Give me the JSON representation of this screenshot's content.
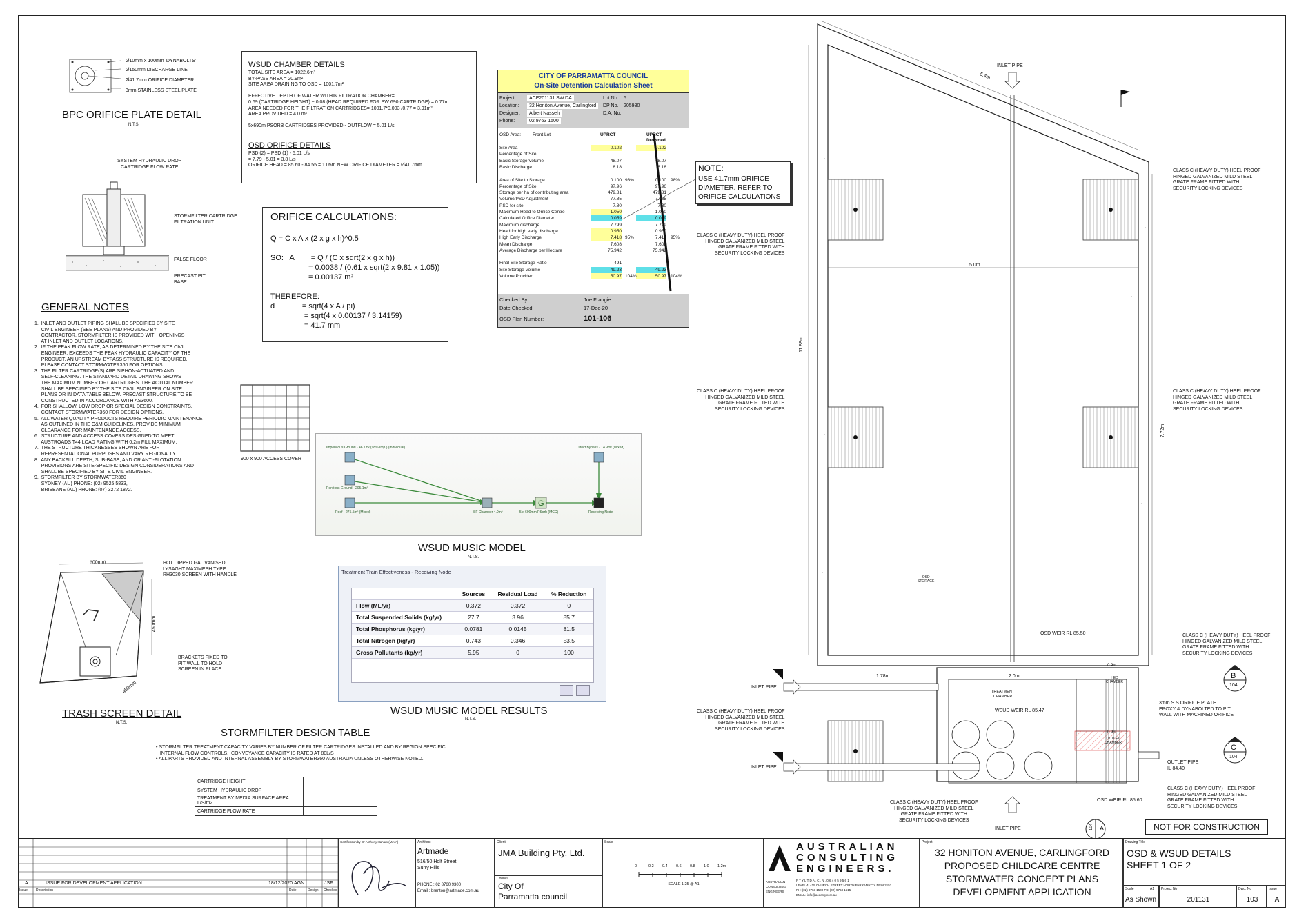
{
  "orifice_plate": {
    "labels": [
      "Ø10mm x 100mm 'DYNABOLTS'",
      "Ø150mm DISCHARGE LINE",
      "Ø41.7mm ORIFICE DIAMETER",
      "3mm STAINLESS STEEL PLATE"
    ],
    "title": "BPC ORIFICE PLATE DETAIL",
    "nts": "N.T.S."
  },
  "cartridge": {
    "top_label": "SYSTEM HYDRAULIC DROP\nCARTRIDGE FLOW RATE",
    "labels": [
      "STORMFILTER CARTRIDGE\nFILTRATION UNIT",
      "FALSE FLOOR",
      "PRECAST PIT\nBASE"
    ]
  },
  "wsud_chamber": {
    "title": "WSUD CHAMBER DETAILS",
    "lines": [
      "TOTAL SITE AREA = 1022.6m²",
      "BY-PASS AREA = 20.9m²",
      "SITE AREA DRAINING TO OSD = 1001.7m²",
      "",
      "EFFECTIVE DEPTH OF WATER WITHIN FILTRATION CHAMBER=",
      "0.69 (CARTRIDGE HEIGHT) + 0.08 (HEAD REQUIRED FOR SW 690 CARTRIDGE) = 0.77m",
      "AREA NEEDED FOR THE FILTRATION CARTRIDGES= 1001.7*0.003 /0.77 = 3.91m²",
      "AREA PROVIDED = 4.0 m²",
      "",
      "5x690m PSORB CARTRIDGES PROVIDED - OUTFLOW = 5.01 L/s"
    ],
    "orifice_title": "OSD ORIFICE DETAILS",
    "orifice_lines": [
      "PSD (2) = PSD (1) - 5.01 L/s",
      "= 7.79 - 5.01 = 3.8 L/s",
      "ORIFICE HEAD = 85.60 - 84.55 = 1.05m NEW ORIFICE DIAMETER = Ø41.7mm"
    ]
  },
  "orifice_calc": {
    "title": "ORIFICE CALCULATIONS:",
    "lines": [
      "Q = C x A x (2 x g x h)^0.5",
      "",
      "SO:   A        = Q / (C x sqrt(2 x g x h))",
      "                  = 0.0038 / (0.61 x sqrt(2 x 9.81 x 1.05))",
      "                  = 0.00137 m²",
      "",
      "THEREFORE:",
      "d             = sqrt(4 x A / pi)",
      "                = sqrt(4 x 0.00137 / 3.14159)",
      "                = 41.7 mm"
    ]
  },
  "osd_sheet": {
    "council": "CITY OF PARRAMATTA COUNCIL",
    "subtitle": "On-Site Detention Calculation Sheet",
    "project_rows": [
      {
        "label": "Project:",
        "value": "ACE201131.SW.DA",
        "k": "Lot No.",
        "v": "5"
      },
      {
        "label": "Location:",
        "value": "32 Honiton Avenue, Carlingford",
        "k": "DP No.",
        "v": "205980"
      },
      {
        "label": "Designer:",
        "value": "Albert Nasseh",
        "k": "D.A. No.",
        "v": ""
      },
      {
        "label": "Phone:",
        "value": "02 9763 1500",
        "k": "",
        "v": ""
      }
    ],
    "col1": "UPRCT",
    "col2": "UPRCT Drowned",
    "area_label": "OSD Area:",
    "area_value": "Front Lot",
    "rows": [
      {
        "label": "Site Area",
        "a": "0.102",
        "b": "0.102"
      },
      {
        "label": "Percentage of Site",
        "a": "",
        "b": ""
      },
      {
        "label": "Basic Storage Volume",
        "a": "48.07",
        "b": "48.07"
      },
      {
        "label": "Basic Discharge",
        "a": "8.18",
        "b": "8.18"
      },
      {
        "label": "",
        "a": "",
        "b": ""
      },
      {
        "label": "Area of Site to Storage",
        "a": "0.100",
        "b": "0.100"
      },
      {
        "label": "Percentage of Site",
        "a": "97.96",
        "b": "97.96"
      },
      {
        "label": "Storage per ha of contributing area",
        "a": "479.81",
        "b": "479.81"
      },
      {
        "label": "Volume/PSD Adjustment",
        "a": "77.85",
        "b": "77.85"
      },
      {
        "label": "PSD for site",
        "a": "7.80",
        "b": "7.80"
      },
      {
        "label": "Maximum Head to Orifice Centre",
        "a": "1.050",
        "b": "1.050"
      },
      {
        "label": "Calculated Orifice Diameter",
        "a": "0.059",
        "b": "0.059"
      },
      {
        "label": "Maximum discharge",
        "a": "7.799",
        "b": "7.799"
      },
      {
        "label": "Head for high early discharge",
        "a": "0.950",
        "b": "0.950"
      },
      {
        "label": "High Early Discharge",
        "a": "7.418",
        "b": "7.418"
      },
      {
        "label": "Mean Discharge",
        "a": "7.608",
        "b": "7.608"
      },
      {
        "label": "Average Discharge per Hectare",
        "a": "75.942",
        "b": "75.942"
      },
      {
        "label": "",
        "a": "",
        "b": ""
      },
      {
        "label": "Final Site Storage Ratio",
        "a": "491",
        "b": ""
      },
      {
        "label": "Site Storage Volume",
        "a": "49.23",
        "b": "49.23"
      },
      {
        "label": "Volume Provided",
        "a": "50.97",
        "b": "50.97"
      }
    ],
    "pct_98": "98%",
    "pct_95": "95%",
    "pct_104": "104%",
    "checked_by_label": "Checked By:",
    "checked_by": "Joe Frangie",
    "date_label": "Date Checked:",
    "date": "17-Dec-20",
    "plan_label": "OSD Plan Number:",
    "plan": "101-106"
  },
  "note": {
    "title": "NOTE:",
    "text": [
      "USE 41.7mm ORIFICE",
      "DIAMETER. REFER TO",
      "ORIFICE CALCULATIONS"
    ]
  },
  "general_notes": {
    "title": "GENERAL NOTES",
    "lines": [
      "1.  INLET AND OUTLET PIPING SHALL BE SPECIFIED BY SITE",
      "     CIVIL ENGINEER (SEE PLANS) AND PROVIDED BY",
      "     CONTRACTOR. STORMFILTER IS PROVIDED WITH OPENINGS",
      "     AT INLET AND OUTLET LOCATIONS.",
      "2.  IF THE PEAK FLOW RATE, AS DETERMINED BY THE SITE CIVIL",
      "     ENGINEER, EXCEEDS THE PEAK HYDRAULIC CAPACITY OF THE",
      "     PRODUCT, AN UPSTREAM BYPASS STRUCTURE IS REQUIRED.",
      "     PLEASE CONTACT STORMWATER360 FOR OPTIONS.",
      "3.  THE FILTER CARTRIDGE(S) ARE SIPHON-ACTUATED AND",
      "     SELF-CLEANING. THE STANDARD DETAIL DRAWING SHOWS",
      "     THE MAXIMUM NUMBER OF CARTRIDGES. THE ACTUAL NUMBER",
      "     SHALL BE SPECIFIED BY THE SITE CIVIL ENGINEER ON SITE",
      "     PLANS OR IN DATA TABLE BELOW. PRECAST STRUCTURE TO BE",
      "     CONSTRUCTED IN ACCORDANCE WITH AS3600.",
      "4.  FOR SHALLOW, LOW DROP OR SPECIAL DESIGN CONSTRAINTS,",
      "     CONTACT STORMWATER360 FOR DESIGN OPTIONS.",
      "5.  ALL WATER QUALITY PRODUCTS REQUIRE PERIODIC MAINTENANCE",
      "     AS OUTLINED IN THE O&M GUIDELINES. PROVIDE MINIMUM",
      "     CLEARANCE FOR MAINTENANCE ACCESS.",
      "6.  STRUCTURE AND ACCESS COVERS DESIGNED TO MEET",
      "     AUSTROADS T44 LOAD RATING WITH 0.2m FILL MAXIMUM.",
      "7.  THE STRUCTURE THICKNESSES SHOWN ARE FOR",
      "     REPRESENTATIONAL PURPOSES AND VARY REGIONALLY.",
      "8.  ANY BACKFILL DEPTH, SUB-BASE, AND OR ANTI-FLOTATION",
      "     PROVISIONS ARE SITE-SPECIFIC DESIGN CONSIDERATIONS AND",
      "     SHALL BE SPECIFIED BY SITE CIVIL ENGINEER.",
      "9.  STORMFILTER BY STORMWATER360",
      "     SYDNEY (AU) PHONE: (02) 9525 5833,",
      "     BRISBANE (AU) PHONE: (07) 3272 1872."
    ]
  },
  "access_cover": {
    "label": "900 x 900 ACCESS COVER"
  },
  "music_model": {
    "title": "WSUD MUSIC MODEL",
    "nts": "N.T.S.",
    "nodes": [
      {
        "label": "Impervious Ground - 46.7m² (98% Imp.) (Individual)"
      },
      {
        "label": "Pervious Ground - 205.1m²"
      },
      {
        "label": "Roof - 275.5m² (Mixed)"
      },
      {
        "label": "SF Chamber 4.0m²"
      },
      {
        "label": "5 x 690mm PSorb (MCC)"
      },
      {
        "label": "Direct Bypass - 14.9m² (Mixed)"
      },
      {
        "label": "Receiving Node"
      }
    ]
  },
  "music_results": {
    "window_title": "Treatment Train Effectiveness - Receiving Node",
    "headers": [
      "",
      "Sources",
      "Residual Load",
      "% Reduction"
    ],
    "rows": [
      [
        "Flow (ML/yr)",
        "0.372",
        "0.372",
        "0"
      ],
      [
        "Total Suspended Solids (kg/yr)",
        "27.7",
        "3.96",
        "85.7"
      ],
      [
        "Total Phosphorus (kg/yr)",
        "0.0781",
        "0.0145",
        "81.5"
      ],
      [
        "Total Nitrogen (kg/yr)",
        "0.743",
        "0.346",
        "53.5"
      ],
      [
        "Gross Pollutants (kg/yr)",
        "5.95",
        "0",
        "100"
      ]
    ],
    "title": "WSUD MUSIC MODEL RESULTS",
    "nts": "N.T.S."
  },
  "trash_screen": {
    "dim_top": "600mm",
    "dim_side": "450mm",
    "dim_bottom": "450mm",
    "label1": "HOT DIPPED GAL VANISED\nLYSAGHT MAXIMESH TYPE\nRH3030 SCREEN WITH HANDLE",
    "label2": "BRACKETS FIXED TO\nPIT WALL TO HOLD\nSCREEN IN PLACE",
    "title": "TRASH SCREEN DETAIL",
    "nts": "N.T.S."
  },
  "stormfilter": {
    "title": "STORMFILTER DESIGN TABLE",
    "notes": [
      "• STORMFILTER TREATMENT CAPACITY VARIES BY NUMBER OF FILTER CARTRIDGES INSTALLED AND BY REGION SPECIFIC",
      "   INTERNAL FLOW CONTROLS.  CONVEYANCE CAPACITY IS RATED AT 80L/S",
      "• ALL PARTS PROVIDED AND INTERNAL ASSEMBLY BY STORMWATER360 AUSTRALIA UNLESS OTHERWISE NOTED."
    ],
    "rows": [
      "CARTRIDGE HEIGHT",
      "SYSTEM HYDRAULIC DROP",
      "TREATMENT BY MEDIA SURFACE AREA L/S/m2",
      "CARTRIDGE FLOW RATE"
    ]
  },
  "plan": {
    "inlet_pipe_top": "INLET PIPE",
    "dim_54": "5.4m",
    "dim_50": "5.0m",
    "dim_1188": "11.88m",
    "dim_772": "7.72m",
    "osd_storage": "OSD\nSTORAGE",
    "grate_label": "CLASS C (HEAVY DUTY) HEEL PROOF\nHINGED GALVANIZED MILD STEEL\nGRATE FRAME FITTED WITH\nSECURITY LOCKING DEVICES",
    "osd_weir_5550": "OSD WEIR RL 85.50",
    "dim_178": "1.78m",
    "dim_20": "2.0m",
    "treatment_chamber": "TREATMENT\nCHAMBER",
    "wsud_weir": "WSUD WEIR RL 85.47",
    "hed_chamber": "HED\nCHAMBER",
    "outlet_chamber": "OUTLET\nCHAMBER",
    "dim_09": "0.9m",
    "orifice_plate": "3mm S.S ORIFICE PLATE\nEPOXY & DYNABOLTED TO PIT\nWALL WITH MACHINED ORIFICE",
    "outlet_pipe": "OUTLET PIPE\nIL 84.40",
    "inlet_pipe": "INLET PIPE",
    "osd_weir_8560": "OSD WEIR RL 85.60",
    "inlet_pipe_bottom": "INLET PIPE",
    "sec_b": "B",
    "sec_c": "C",
    "sec_a": "A",
    "sec_num": "104",
    "not_for_construction": "NOT FOR CONSTRUCTION"
  },
  "title_block": {
    "rev": "A",
    "rev_desc": "ISSUE FOR DEVELOPMENT APPLICATION",
    "rev_date": "18/12/2020",
    "rev_design": "AGN",
    "rev_checked": "JSF",
    "rev_headers": [
      "Issue",
      "Description",
      "Date",
      "Design",
      "Checked"
    ],
    "cert_label": "Certification by Dr Anthony Haham (MAIA)",
    "architect_label": "Architect",
    "architect": "Artmade",
    "architect_addr": [
      "516/50 Holt Street,",
      "Surry Hills"
    ],
    "architect_contact": [
      "PHONE : 02 8760 9300",
      "Email : brenton@artmade.com.au"
    ],
    "client_label": "Client",
    "client": "JMA Building Pty. Ltd.",
    "council_label": "Council",
    "council": [
      "City Of",
      "Parramatta council"
    ],
    "scale_label": "Scale",
    "scale_ticks": [
      "0",
      "0.2",
      "0.4",
      "0.6",
      "0.8",
      "1.0",
      "1.2m"
    ],
    "scale_text": "SCALE 1:25 @ A1",
    "company": [
      "AUSTRALIAN",
      "CONSULTING",
      "ENGINEERS."
    ],
    "company_small": [
      "AUSTRALIAN",
      "CONSULTING",
      "ENGINEERS"
    ],
    "company_detail": [
      "P T Y   L T D     A . C . N .  0 6 4  0 5 9  5 6 1",
      "LEVEL 4, 415 CHURCH STREET NORTH PARRAMATTA NSW 2151",
      "PH: (02) 9763 1500   FX: (02) 9763 1515",
      "EMAIL: info@aceeng.com.au"
    ],
    "project_label": "Project",
    "project": [
      "32 HONITON AVENUE, CARLINGFORD",
      "PROPOSED CHILDCARE CENTRE",
      "STORMWATER CONCEPT PLANS",
      "DEVELOPMENT APPLICATION"
    ],
    "drawing_label": "Drawing Title",
    "drawing": [
      "OSD & WSUD DETAILS",
      "SHEET 1 OF 2"
    ],
    "scale_small_label": "Scale",
    "sheet_size": "A1",
    "scale_value": "As Shown",
    "project_no_label": "Project No",
    "project_no": "201131",
    "dwg_no_label": "Dwg. No",
    "dwg_no": "103",
    "issue_label": "Issue",
    "issue": "A"
  }
}
